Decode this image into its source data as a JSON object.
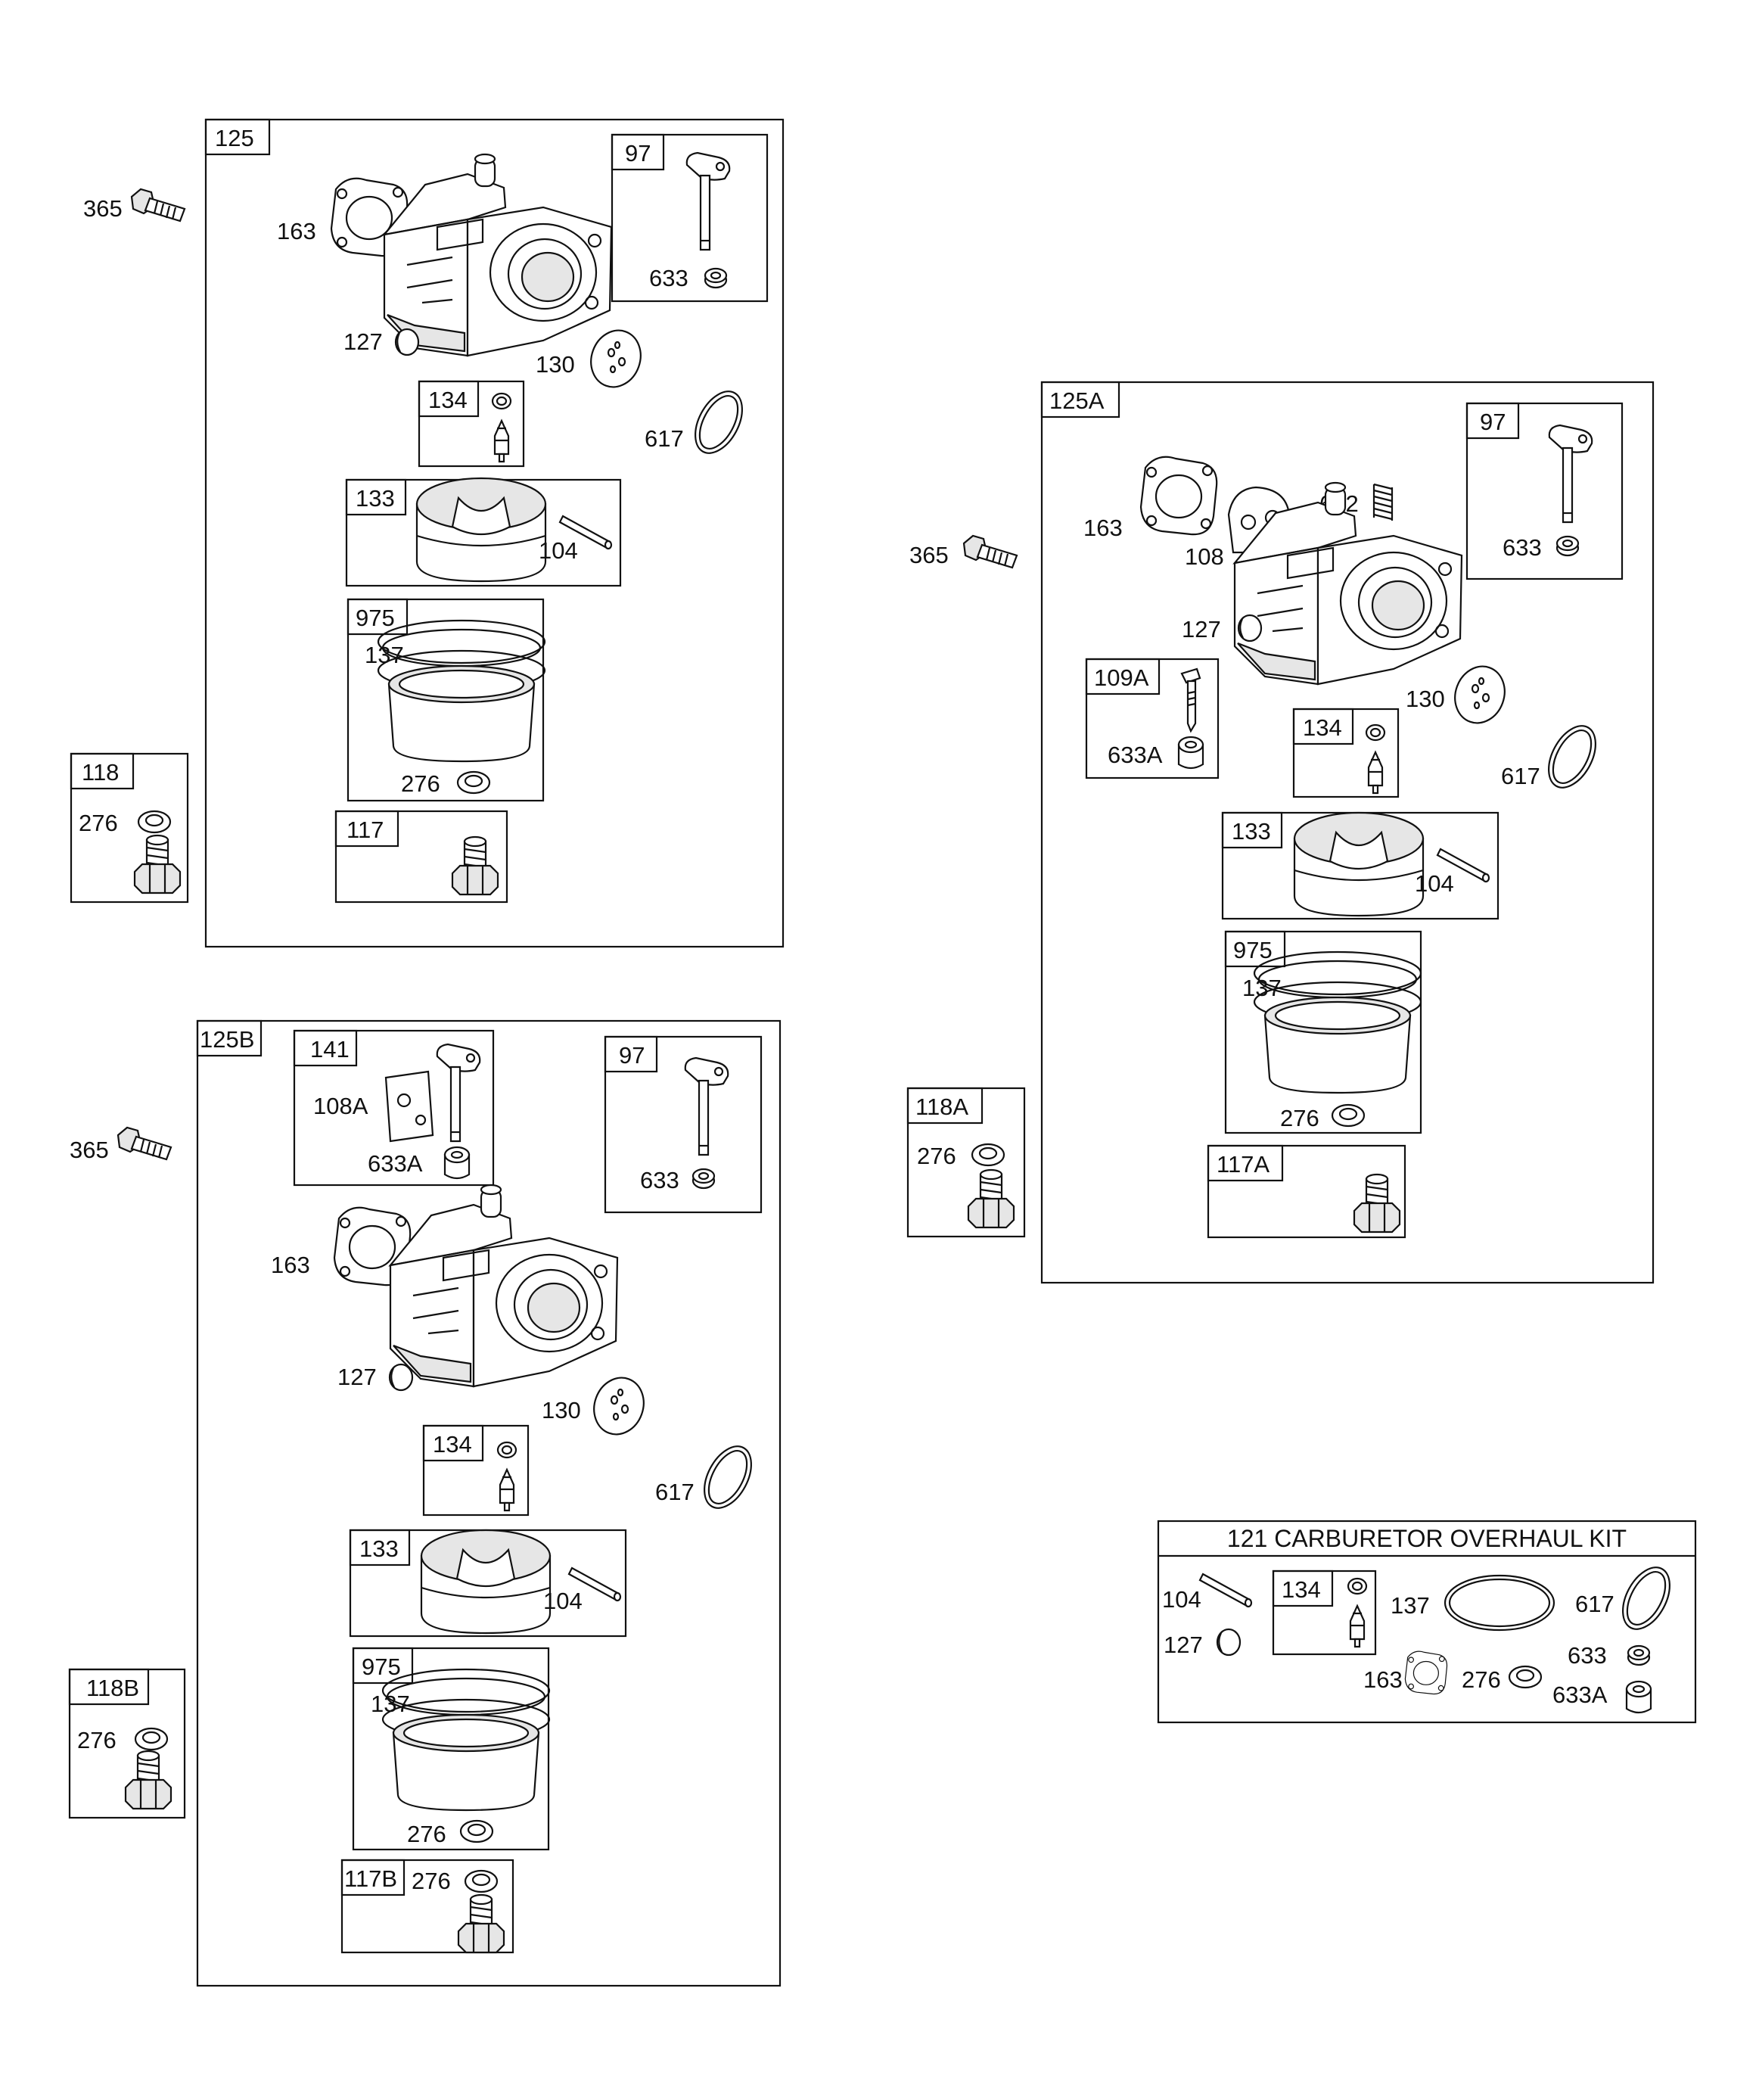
{
  "parts": {
    "p365": "365",
    "p163": "163",
    "p127": "127",
    "p130": "130",
    "p617": "617",
    "p104": "104",
    "p137": "137",
    "p276": "276",
    "p633": "633",
    "p633a": "633A",
    "p108": "108",
    "p108a": "108A",
    "p692": "692"
  },
  "groups": {
    "g125": "125",
    "g125a": "125A",
    "g125b": "125B",
    "g97": "97",
    "g134": "134",
    "g133": "133",
    "g975": "975",
    "g117": "117",
    "g117a": "117A",
    "g117b": "117B",
    "g118": "118",
    "g118a": "118A",
    "g118b": "118B",
    "g109a": "109A",
    "g141": "141"
  },
  "kit": {
    "title": "121 CARBURETOR OVERHAUL KIT"
  }
}
